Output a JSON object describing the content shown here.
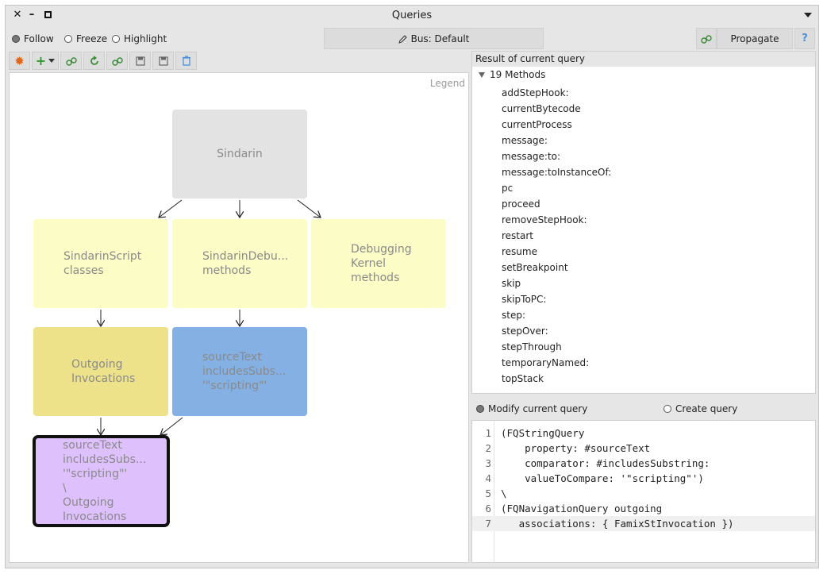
{
  "window": {
    "title": "Queries"
  },
  "top": {
    "follow": "Follow",
    "freeze": "Freeze",
    "highlight": "Highlight",
    "bus_label": "Bus: Default",
    "propagate": "Propagate",
    "help": "?"
  },
  "canvas": {
    "legend": "Legend",
    "nodes": [
      {
        "label": "Sindarin",
        "color": "#e3e3e3"
      },
      {
        "label": "SindarinScript\nclasses",
        "color": "#fcfcc7"
      },
      {
        "label": "SindarinDebu...\nmethods",
        "color": "#fcfcc7"
      },
      {
        "label": "Debugging\nKernel\nmethods",
        "color": "#fcfcc7"
      },
      {
        "label": "Outgoing\nInvocations",
        "color": "#ede18a"
      },
      {
        "label": "sourceText\nincludesSubs...\n'\"scripting\"'",
        "color": "#84b0e3"
      },
      {
        "label": "sourceText\nincludesSubs...\n'\"scripting\"'\n\\\nOutgoing\nInvocations",
        "color": "#dec1fc"
      }
    ]
  },
  "result": {
    "header": "Result of current query",
    "root": "19 Methods",
    "methods": [
      "addStepHook:",
      "currentBytecode",
      "currentProcess",
      "message:",
      "message:to:",
      "message:toInstanceOf:",
      "pc",
      "proceed",
      "removeStepHook:",
      "restart",
      "resume",
      "setBreakpoint",
      "skip",
      "skipToPC:",
      "step:",
      "stepOver:",
      "stepThrough",
      "temporaryNamed:",
      "topStack"
    ]
  },
  "query": {
    "modify": "Modify current query",
    "create": "Create query",
    "lines": [
      {
        "n": "1",
        "code": "(FQStringQuery"
      },
      {
        "n": "2",
        "code": "    property: #sourceText"
      },
      {
        "n": "3",
        "code": "    comparator: #includesSubstring:"
      },
      {
        "n": "4",
        "code": "    valueToCompare: '\"scripting\"')"
      },
      {
        "n": "5",
        "code": "\\"
      },
      {
        "n": "6",
        "code": "(FQNavigationQuery outgoing"
      },
      {
        "n": "7",
        "code": "   associations: { FamixStInvocation })"
      }
    ]
  },
  "colors": {
    "selected_border": "#111111",
    "accent": "#4a90d9"
  }
}
